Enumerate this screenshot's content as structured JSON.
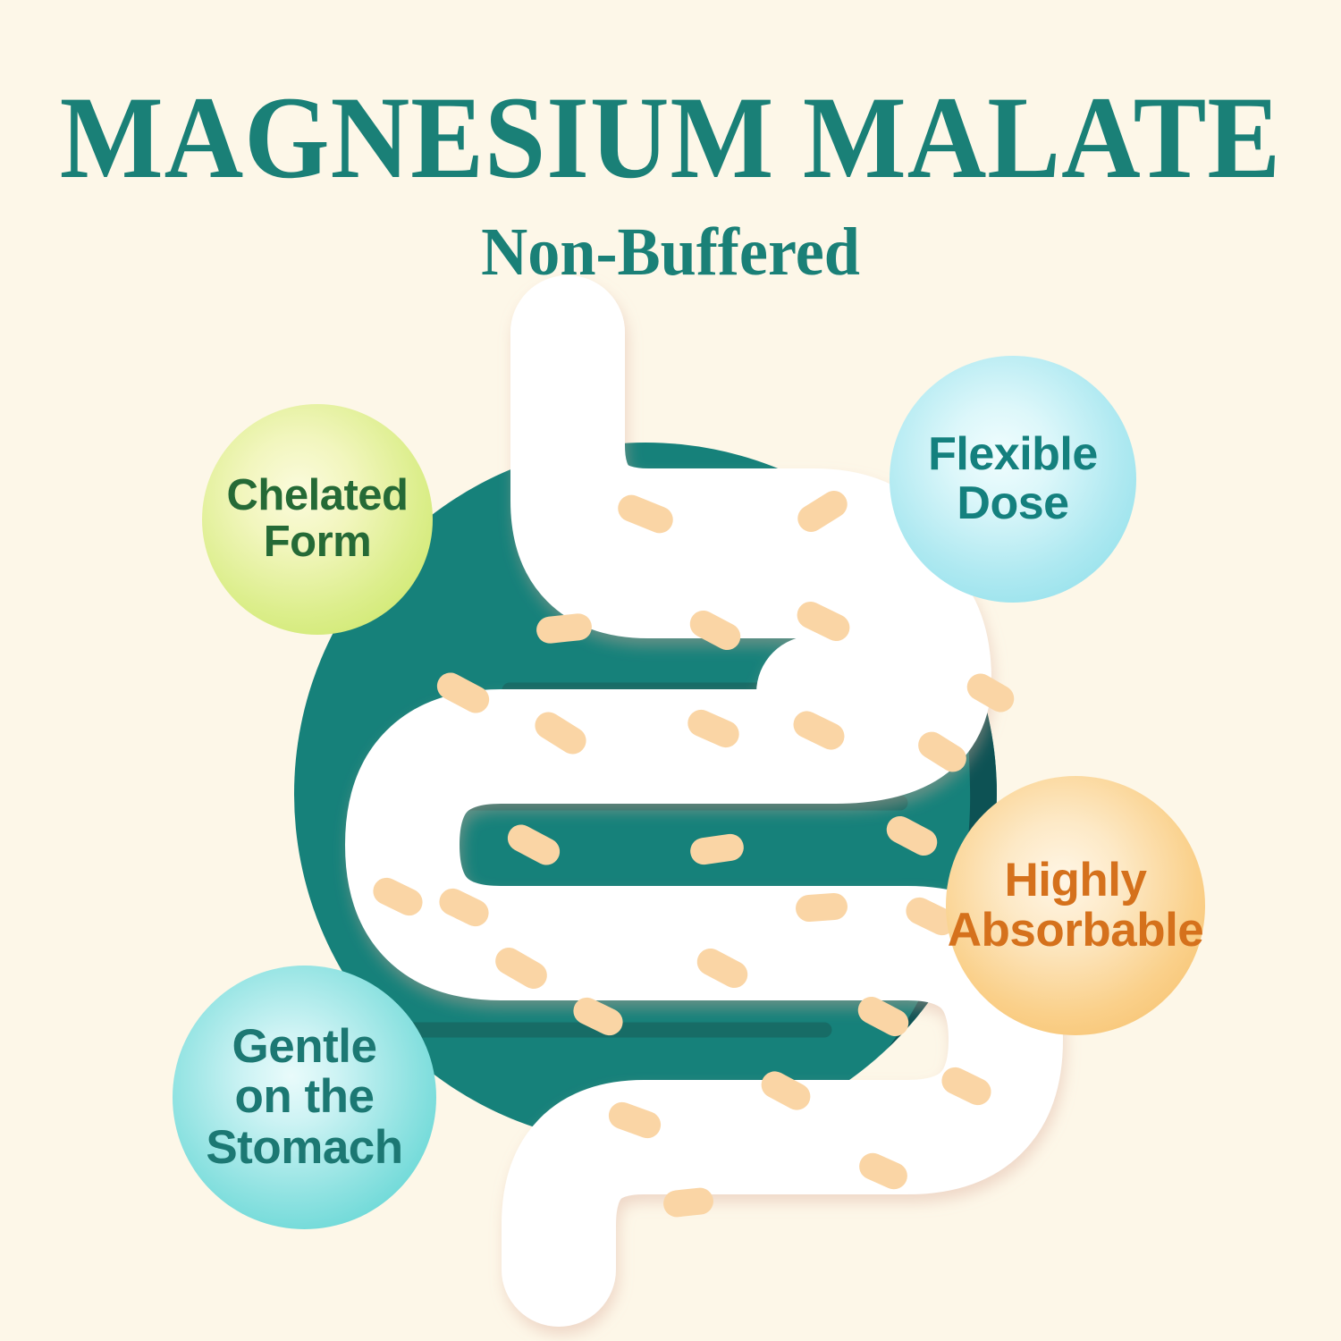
{
  "page": {
    "background_color": "#FDF7E8"
  },
  "heading": {
    "title": "MAGNESIUM MALATE",
    "subtitle": "Non-Buffered",
    "title_color": "#1A8077"
  },
  "illustration": {
    "name": "intestine-diagram",
    "circle_color": "#16817A",
    "circle_shadow_color": "#0D5254",
    "intestine_color": "#FFFFFF",
    "intestine_centerline_color": "#176C66",
    "nutrient_dash_color": "#FAD5A5",
    "nutrient_dash_count": 28
  },
  "badges": [
    {
      "id": "chelated",
      "label": "Chelated\nForm",
      "text_color": "#256A36",
      "fill_color": "#C7E55E"
    },
    {
      "id": "flexible",
      "label": "Flexible\nDose",
      "text_color": "#14807E",
      "fill_color": "#84DCE8"
    },
    {
      "id": "absorbable",
      "label": "Highly\nAbsorbable",
      "text_color": "#D5711C",
      "fill_color": "#F5BB62"
    },
    {
      "id": "gentle",
      "label": "Gentle\non the\nStomach",
      "text_color": "#1C7873",
      "fill_color": "#49CFCD"
    }
  ]
}
